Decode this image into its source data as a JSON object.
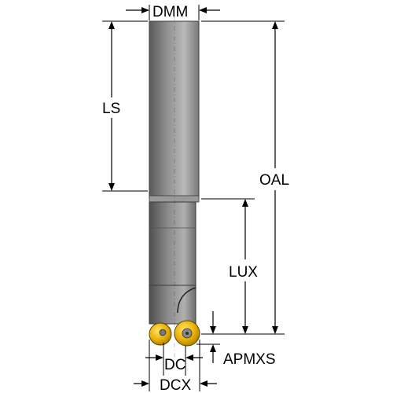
{
  "diagram": {
    "labels": {
      "dmm": "DMM",
      "ls": "LS",
      "oal": "OAL",
      "lux": "LUX",
      "apmxs": "APMXS",
      "dc": "DC",
      "dcx": "DCX"
    },
    "colors": {
      "shank_dark": "#6e6e6e",
      "shank_light": "#b8b8b8",
      "insert_gold": "#e8b000",
      "line": "#000000"
    }
  }
}
